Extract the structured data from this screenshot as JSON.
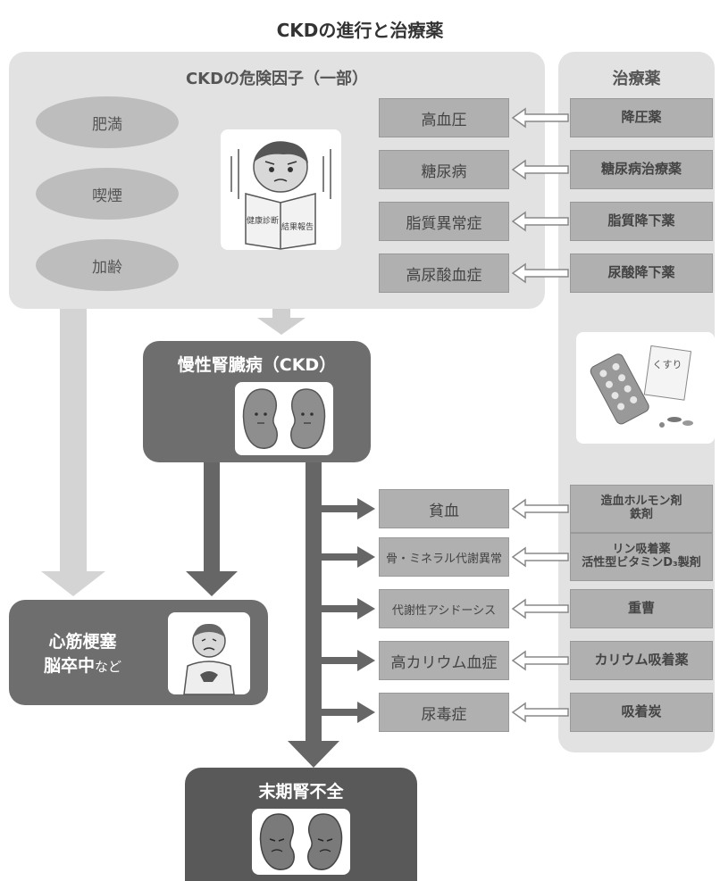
{
  "title": "CKDの進行と治療薬",
  "risk_panel": {
    "title": "CKDの危険因子（一部）",
    "factors": [
      "肥満",
      "喫煙",
      "加齢"
    ],
    "illustration_text": [
      "健康診断",
      "結果報告"
    ]
  },
  "treatment_panel": {
    "title": "治療薬",
    "pill_label": "くすり"
  },
  "risk_conditions": [
    {
      "condition": "高血圧",
      "drug": "降圧薬"
    },
    {
      "condition": "糖尿病",
      "drug": "糖尿病治療薬"
    },
    {
      "condition": "脂質異常症",
      "drug": "脂質降下薬"
    },
    {
      "condition": "高尿酸血症",
      "drug": "尿酸降下薬"
    }
  ],
  "ckd": {
    "label": "慢性腎臓病（CKD）"
  },
  "complications": [
    {
      "condition": "貧血",
      "drug_lines": [
        "造血ホルモン剤",
        "鉄剤"
      ]
    },
    {
      "condition": "骨・ミネラル代謝異常",
      "drug_lines": [
        "リン吸着薬",
        "活性型ビタミンD₃製剤"
      ]
    },
    {
      "condition": "代謝性アシドーシス",
      "drug_lines": [
        "重曹"
      ]
    },
    {
      "condition": "高カリウム血症",
      "drug_lines": [
        "カリウム吸着薬"
      ]
    },
    {
      "condition": "尿毒症",
      "drug_lines": [
        "吸着炭"
      ]
    }
  ],
  "cvd": {
    "line1": "心筋梗塞",
    "line2_bold": "脳卒中",
    "line2_suffix": "など"
  },
  "esrd": {
    "label": "末期腎不全"
  },
  "colors": {
    "panel": "#e2e2e2",
    "box": "#b0b0b0",
    "dark": "#6e6e6e",
    "esrd": "#595959",
    "light_arrow": "#cfcfcf",
    "dark_arrow": "#666666"
  }
}
